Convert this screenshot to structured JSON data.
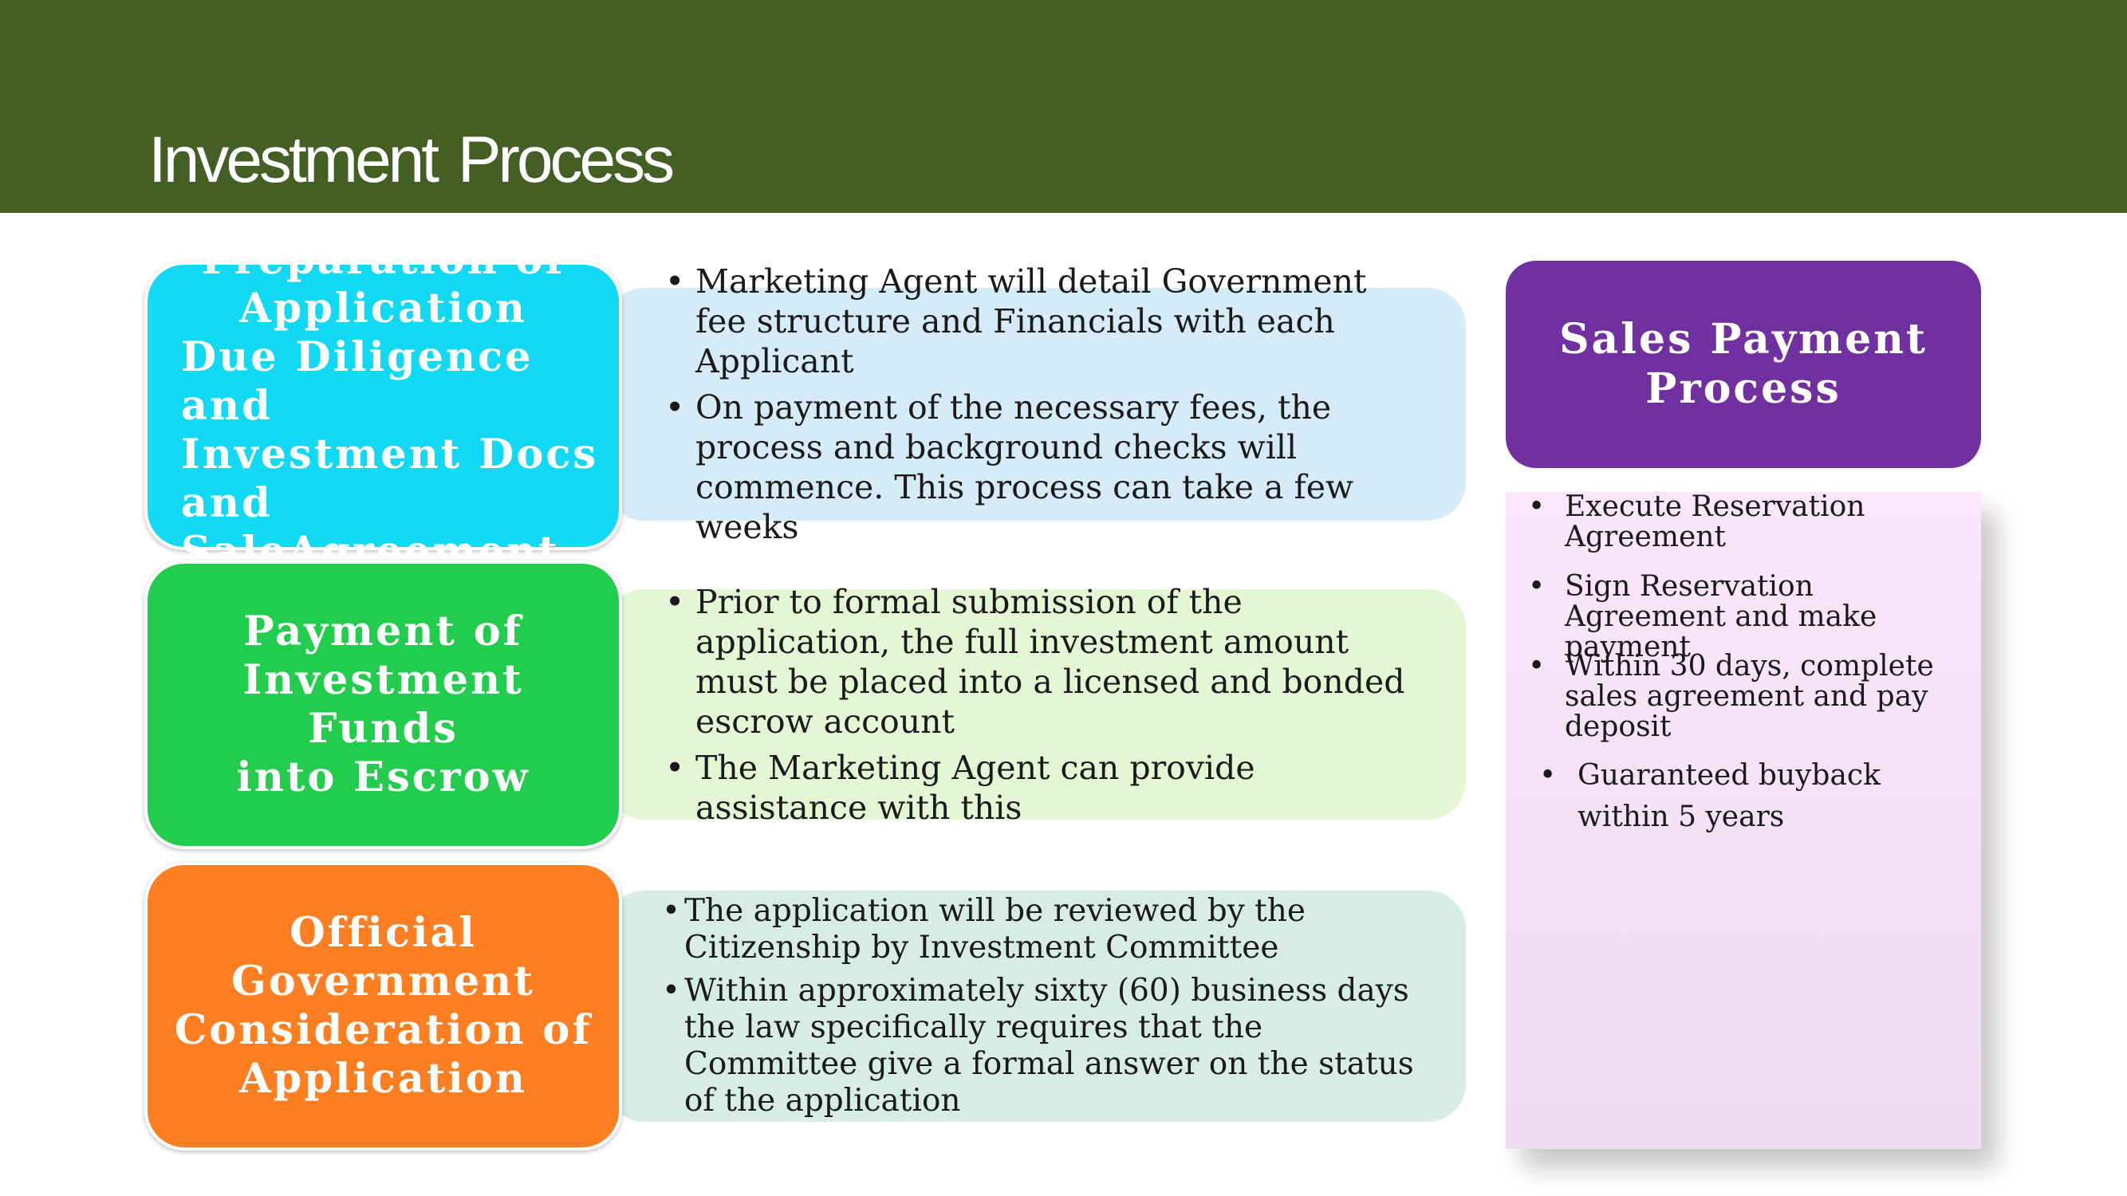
{
  "slide": {
    "title": "Investment Process",
    "colors": {
      "header": "#445f24",
      "step1": "#12d9f3",
      "step2": "#22cc4c",
      "step3": "#fd7f21",
      "sales_header": "#7030a0",
      "sales_panel": "#f4e1f6"
    }
  },
  "steps": [
    {
      "title_lines": [
        "Preparation of",
        "Application",
        "Due Diligence and",
        "Investment Docs",
        "and SaleAgreement"
      ],
      "bullets": [
        "Marketing Agent will detail Government fee structure and Financials with each Applicant",
        "On payment of the necessary fees, the process and background checks will commence. This process can take a few weeks"
      ]
    },
    {
      "title_lines": [
        "Payment of",
        "Investment Funds",
        "into Escrow"
      ],
      "bullets": [
        "Prior to formal submission of the application, the full investment amount must be placed into a licensed and bonded escrow account",
        "The Marketing Agent can provide assistance with this"
      ]
    },
    {
      "title_lines": [
        "Official",
        "Government",
        "Consideration of",
        "Application"
      ],
      "bullets": [
        "The application will be reviewed by the Citizenship by Investment Committee",
        "Within approximately sixty (60) business days the law specifically requires that the Committee give a formal answer on the status of the application"
      ]
    }
  ],
  "sales": {
    "title_lines": [
      "Sales Payment",
      "Process"
    ],
    "bullet_glyph": "•",
    "items": [
      "Execute Reservation Agreement",
      "Sign Reservation Agreement and make payment",
      "Within 30 days, complete sales agreement and pay deposit",
      "Guaranteed buyback within 5 years"
    ]
  }
}
